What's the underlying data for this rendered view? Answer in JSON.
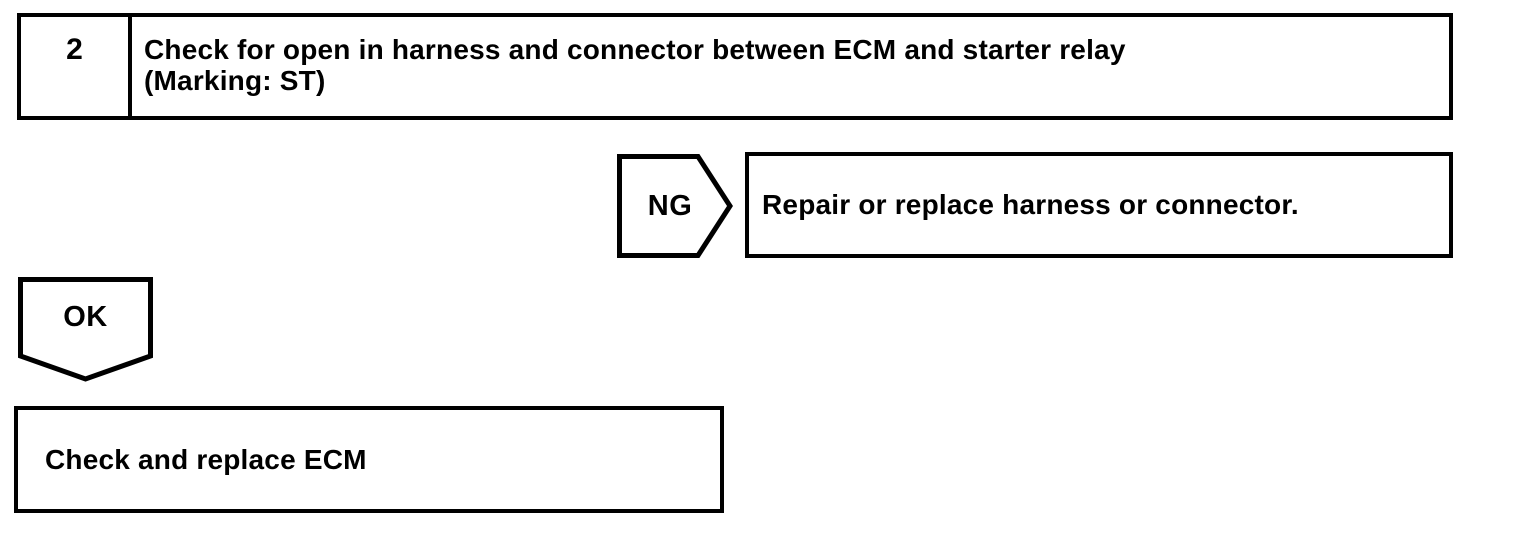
{
  "flowchart": {
    "step": {
      "number": "2",
      "instruction_line1": "Check for open in harness and connector between ECM and starter relay",
      "instruction_line2": "(Marking: ST)"
    },
    "ng": {
      "label": "NG",
      "action": "Repair or replace harness or connector."
    },
    "ok": {
      "label": "OK",
      "action": "Check and replace ECM"
    },
    "colors": {
      "line": "#000000",
      "background": "#ffffff"
    }
  }
}
